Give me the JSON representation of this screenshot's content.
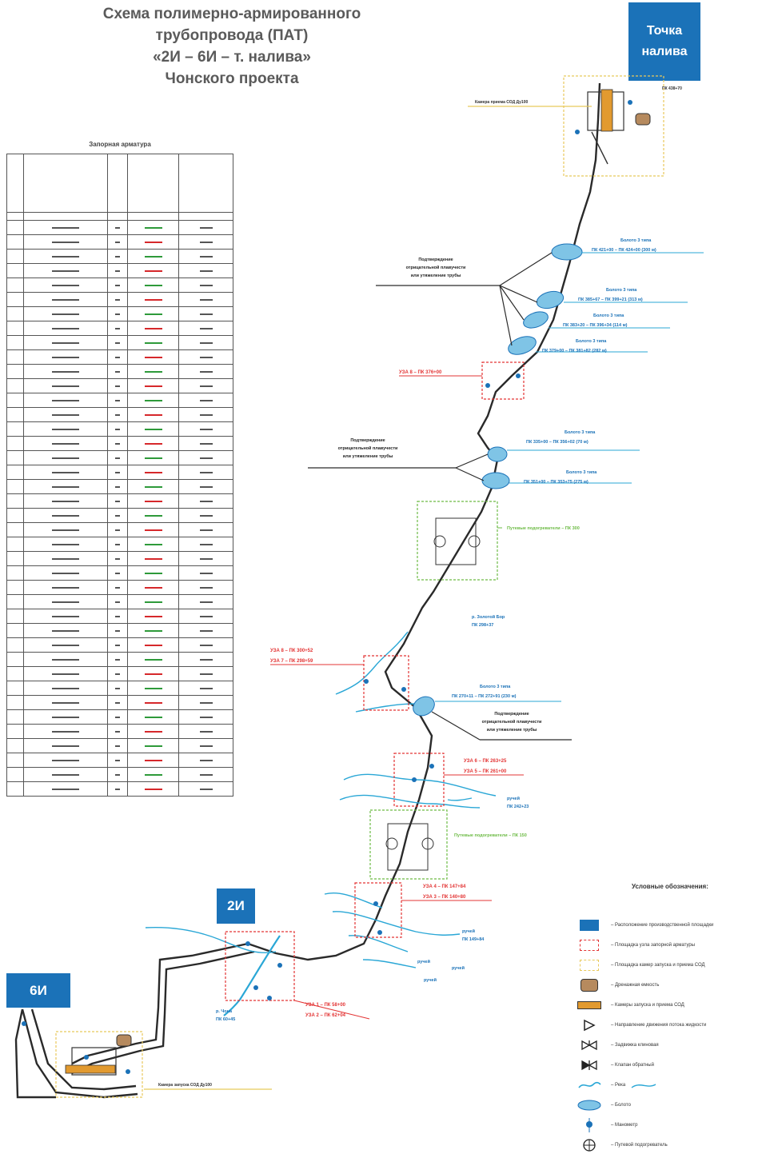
{
  "title": {
    "line1": "Схема полимерно-армированного",
    "line2": "трубопровода (ПАТ)",
    "line3": "«2И – 6И – т. налива»",
    "line4": "Чонского проекта"
  },
  "stations": {
    "top": "Точка налива",
    "mid": "2И",
    "left": "6И"
  },
  "top_pk": "ПК 438+70",
  "chambers": {
    "receive": "Камера приема СОД Ду100",
    "launch": "Камера запуска СОД Ду100"
  },
  "valves_table": {
    "title": "Запорная арматура"
  },
  "swamp_callouts": {
    "upper": "Подтверждение отрицательной плавучести или утяжеление трубы",
    "middle": "Подтверждение отрицательной плавучести или утяжеление трубы",
    "lower": "Подтверждение отрицательной плавучести или утяжеление трубы"
  },
  "bolota": [
    {
      "type": "Болото 3 типа",
      "range": "ПК 421+00 – ПК 424+00 (300 м)"
    },
    {
      "type": "Болото 3 типа",
      "range": "ПК 385+67 – ПК 399+21 (313 м)"
    },
    {
      "type": "Болото 3 типа",
      "range": "ПК 383+20 – ПК 396+34 (114 м)"
    },
    {
      "type": "Болото 3 типа",
      "range": "ПК 379+00 – ПК 381+82 (282 м)"
    },
    {
      "type": "Болото 3 типа",
      "range": "ПК 335+00 – ПК 356+02 (70 м)"
    },
    {
      "type": "Болото 3 типа",
      "range": "ПК 351+00 – ПК 353+75 (275 м)"
    },
    {
      "type": "Болото 3 типа",
      "range": "ПК 270+11 – ПК 272+91 (230 м)"
    }
  ],
  "uza": {
    "u8": "УЗА 8 – ПК 376+00",
    "u8b": "УЗА 8 – ПК 300+52",
    "u7": "УЗА 7 – ПК 298+59",
    "u6": "УЗА 6 – ПК 263+25",
    "u5": "УЗА 5 – ПК 261+00",
    "u4": "УЗА 4 – ПК 147+84",
    "u3": "УЗА 3 – ПК 140+80",
    "u1": "УЗА 1 – ПК 58+00",
    "u2": "УЗА 2 – ПК 62+04"
  },
  "heaters": {
    "upper": "Путевые подогреватели – ПК 300",
    "lower": "Путевые подогреватели – ПК 150"
  },
  "rivers": {
    "zol": "р. Золотой Бор ПК 298+37",
    "ruchey1": "ручей ПК 242+23",
    "ruchey2": "ручей ПК 149+84",
    "ruchey3": "ручей",
    "ruchey4": "ручей",
    "ruchey5": "ручей",
    "chona": "р. Чона ПК 60+45"
  },
  "legend": {
    "title": "Условные обозначения:",
    "items": [
      "– Расположение производственной площадки",
      "– Площадка узла запорной арматуры",
      "– Площадка камер запуска и приема СОД",
      "– Дренажная емкость",
      "– Камеры запуска и приема СОД",
      "– Направление движения потока жидкости",
      "– Задвижка клиновая",
      "– Клапан обратный",
      "– Река",
      "– Болото",
      "– Манометр",
      "– Путевой подогреватель"
    ]
  },
  "colors": {
    "station": "#1b72b8",
    "river": "#2aa7d6",
    "uza": "#e33434",
    "heater": "#6dbb45",
    "swamp": "#7fc4e6",
    "chamber_zone": "#e8c95c",
    "pipe": "#2a2a2a"
  }
}
